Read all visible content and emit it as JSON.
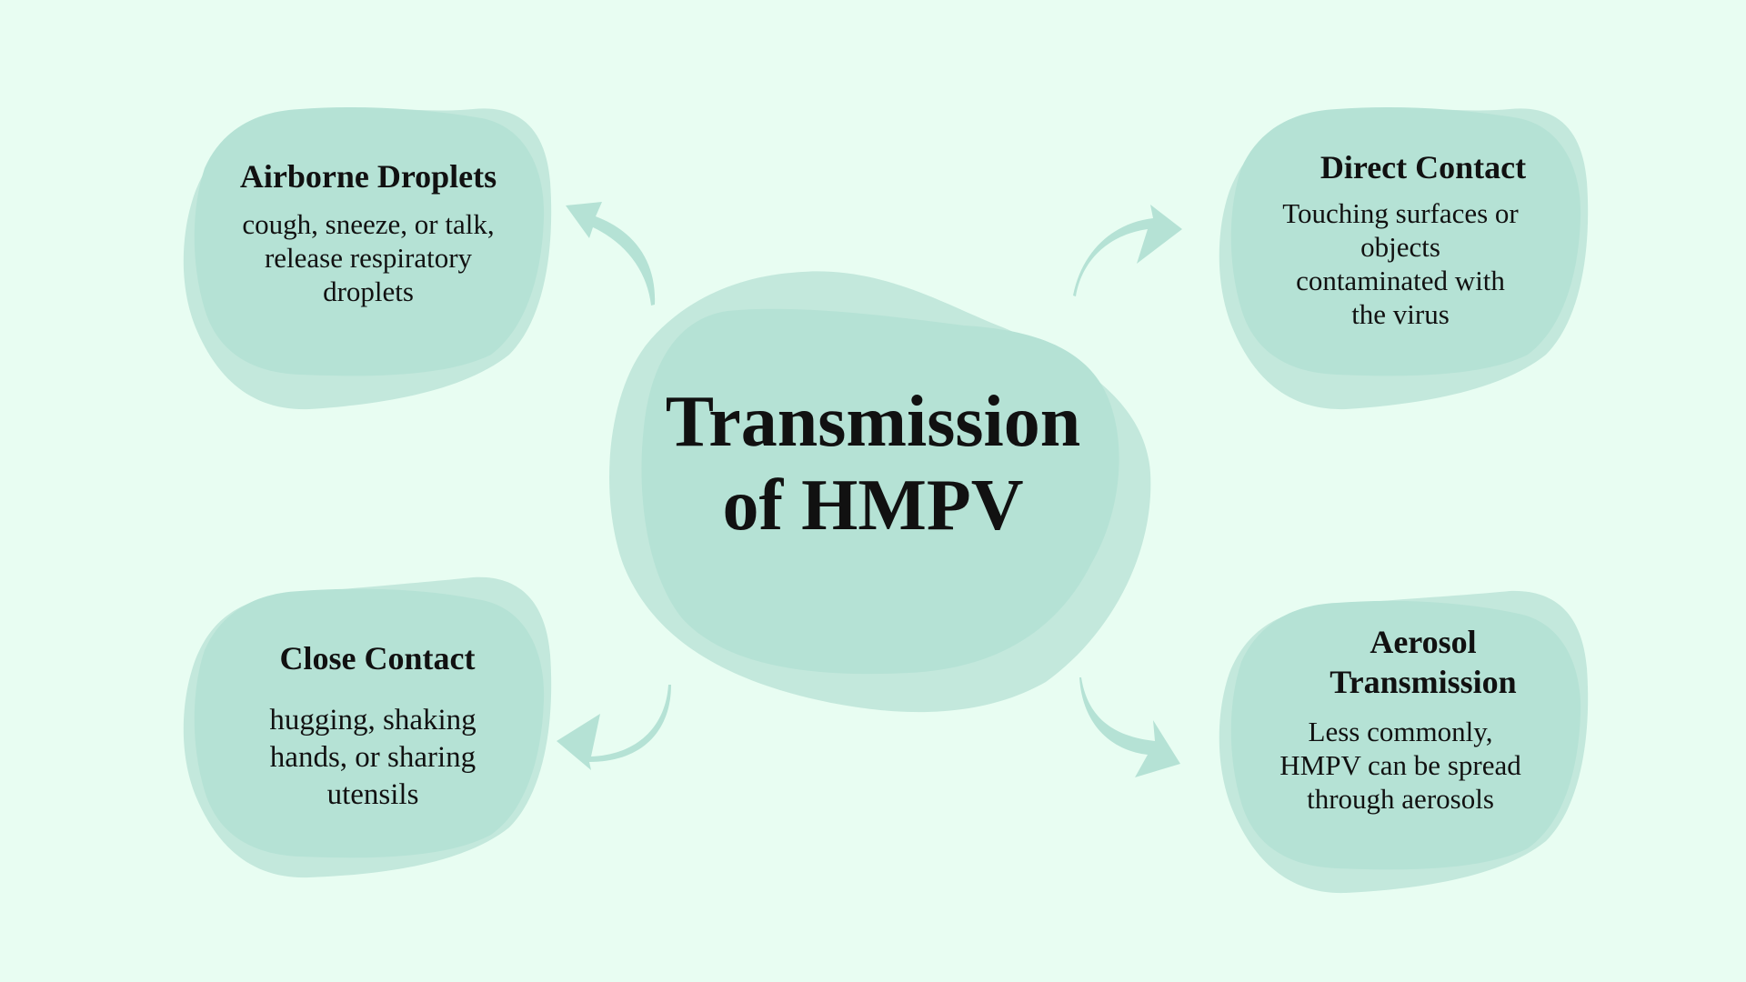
{
  "colors": {
    "background": "#E8FDF2",
    "blob_inner": "#B5E2D5",
    "blob_outer": "#C3E8DC",
    "arrow": "#B5E2D5",
    "text": "#111111"
  },
  "center": {
    "title_line1": "Transmission",
    "title_line2": "of HMPV"
  },
  "nodes": [
    {
      "id": "airborne-droplets",
      "position": "top-left",
      "title": "Airborne Droplets",
      "body_lines": [
        "cough, sneeze, or talk,",
        "release respiratory",
        "droplets"
      ]
    },
    {
      "id": "direct-contact",
      "position": "top-right",
      "title": "Direct Contact",
      "body_lines": [
        "Touching surfaces or",
        "objects",
        "contaminated with",
        "the virus"
      ]
    },
    {
      "id": "close-contact",
      "position": "bottom-left",
      "title": "Close Contact",
      "body_lines": [
        "hugging, shaking",
        "hands, or sharing",
        "utensils"
      ]
    },
    {
      "id": "aerosol-transmission",
      "position": "bottom-right",
      "title_lines": [
        "Aerosol",
        "Transmission"
      ],
      "body_lines": [
        "Less commonly,",
        "HMPV can be spread",
        "through aerosols"
      ]
    }
  ],
  "arrows": [
    {
      "from": "center",
      "to": "airborne-droplets",
      "icon": "curved-arrow-up-left"
    },
    {
      "from": "center",
      "to": "direct-contact",
      "icon": "curved-arrow-up-right"
    },
    {
      "from": "center",
      "to": "close-contact",
      "icon": "curved-arrow-down-left"
    },
    {
      "from": "center",
      "to": "aerosol-transmission",
      "icon": "curved-arrow-down-right"
    }
  ]
}
